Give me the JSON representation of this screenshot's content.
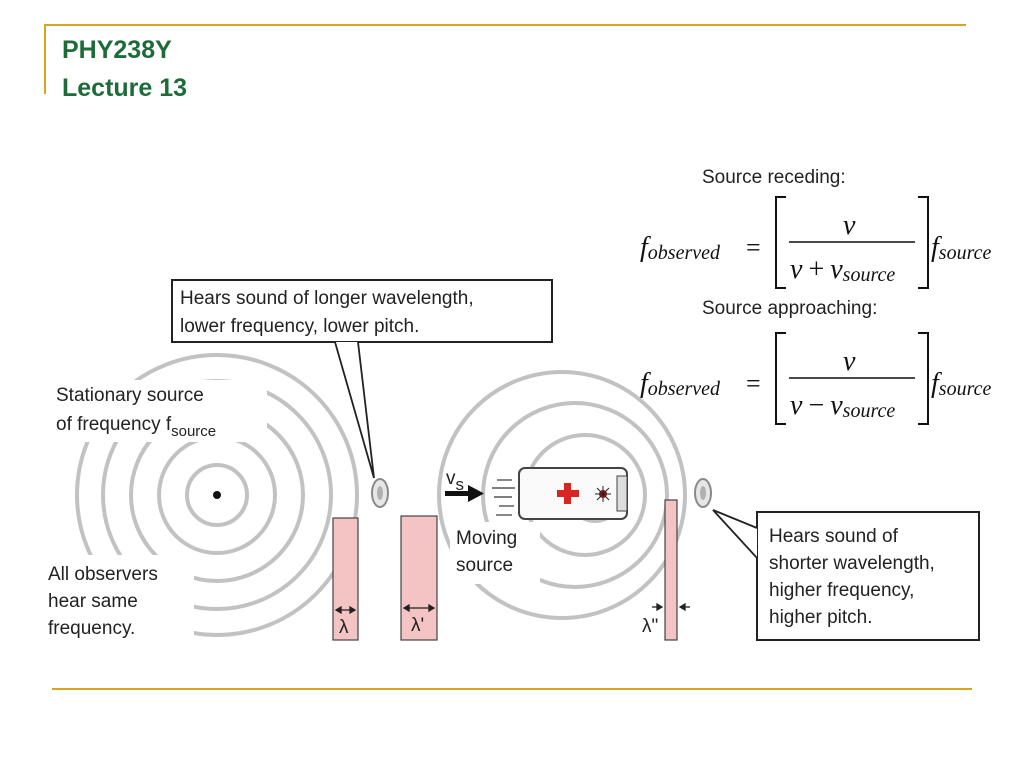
{
  "slide": {
    "title_line1": "PHY238Y",
    "title_line2": "Lecture 13",
    "accent_color": "#d9a520",
    "title_color": "#1e6b3a"
  },
  "diagram": {
    "stationary_label_line1": "Stationary source",
    "stationary_label_line2": "of frequency f",
    "stationary_label_sub": "source",
    "all_observers_line1": "All observers",
    "all_observers_line2": "hear same",
    "all_observers_line3": "frequency.",
    "callout_left_line1": "Hears sound of longer wavelength,",
    "callout_left_line2": "lower frequency, lower pitch.",
    "callout_right_line1": "Hears sound of",
    "callout_right_line2": "shorter wavelength,",
    "callout_right_line3": "higher frequency,",
    "callout_right_line4": "higher pitch.",
    "moving_source_line1": "Moving",
    "moving_source_line2": "source",
    "velocity_main": "v",
    "velocity_sub": "s",
    "lambda_1": "λ",
    "lambda_2": "λ'",
    "lambda_3": "λ\"",
    "wavefront_color": "#bdbdbd",
    "highlight_color": "#f4c4c4"
  },
  "formulas": {
    "receding_heading": "Source receding:",
    "approaching_heading": "Source approaching:",
    "f_main": "f",
    "observed_sub": "observed",
    "source_sub": "source",
    "equals": "=",
    "numerator": "v",
    "denominator_v": "v",
    "plus": "+",
    "minus": "−",
    "denominator_sub_v": "v"
  }
}
